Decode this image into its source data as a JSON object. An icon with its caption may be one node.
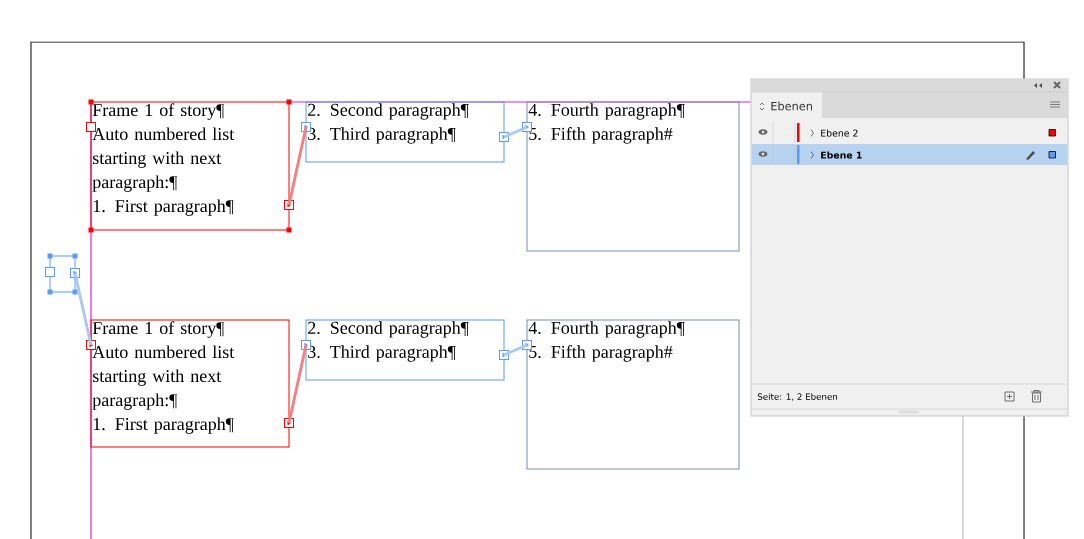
{
  "diagram": {
    "nodes": [
      {
        "text": [
          "Frame 1 of story¶",
          "Auto numbered list starting with next paragraph:¶",
          "1. First paragraph¶"
        ]
      },
      {
        "text": [
          "2. Second paragraph¶",
          "3. Third paragraph¶"
        ]
      },
      {
        "text": [
          "4. Fourth paragraph¶",
          "5. Fifth paragraph#"
        ]
      },
      {
        "text": [],
        "shape": "box"
      },
      {
        "text": [
          "Frame 1 of story¶",
          "Auto numbered list starting with next paragraph:¶",
          "1. First paragraph¶"
        ]
      },
      {
        "text": [
          "2. Second paragraph¶",
          "3. Third paragraph¶"
        ]
      },
      {
        "text": [
          "4. Fourth paragraph¶",
          "5. Fifth paragraph#"
        ]
      }
    ],
    "edges": [
      {
        "from": 0,
        "to": 1,
        "arrow": "none",
        "color": "#f58080"
      },
      {
        "from": 1,
        "to": 2,
        "arrow": "none"
      },
      {
        "from": 3,
        "to": 4,
        "arrow": "none"
      },
      {
        "from": 4,
        "to": 5,
        "arrow": "none",
        "color": "#f58080"
      },
      {
        "from": 5,
        "to": 6,
        "arrow": "none"
      }
    ],
    "labels": [
      "Ebenen",
      "Seite: 1, 2 Ebenen"
    ],
    "legend": [
      {
        "text": "Ebene 2",
        "color": "#ff0000"
      },
      {
        "text": "Ebene 1",
        "color": "#5b9bf5"
      }
    ]
  }
}
